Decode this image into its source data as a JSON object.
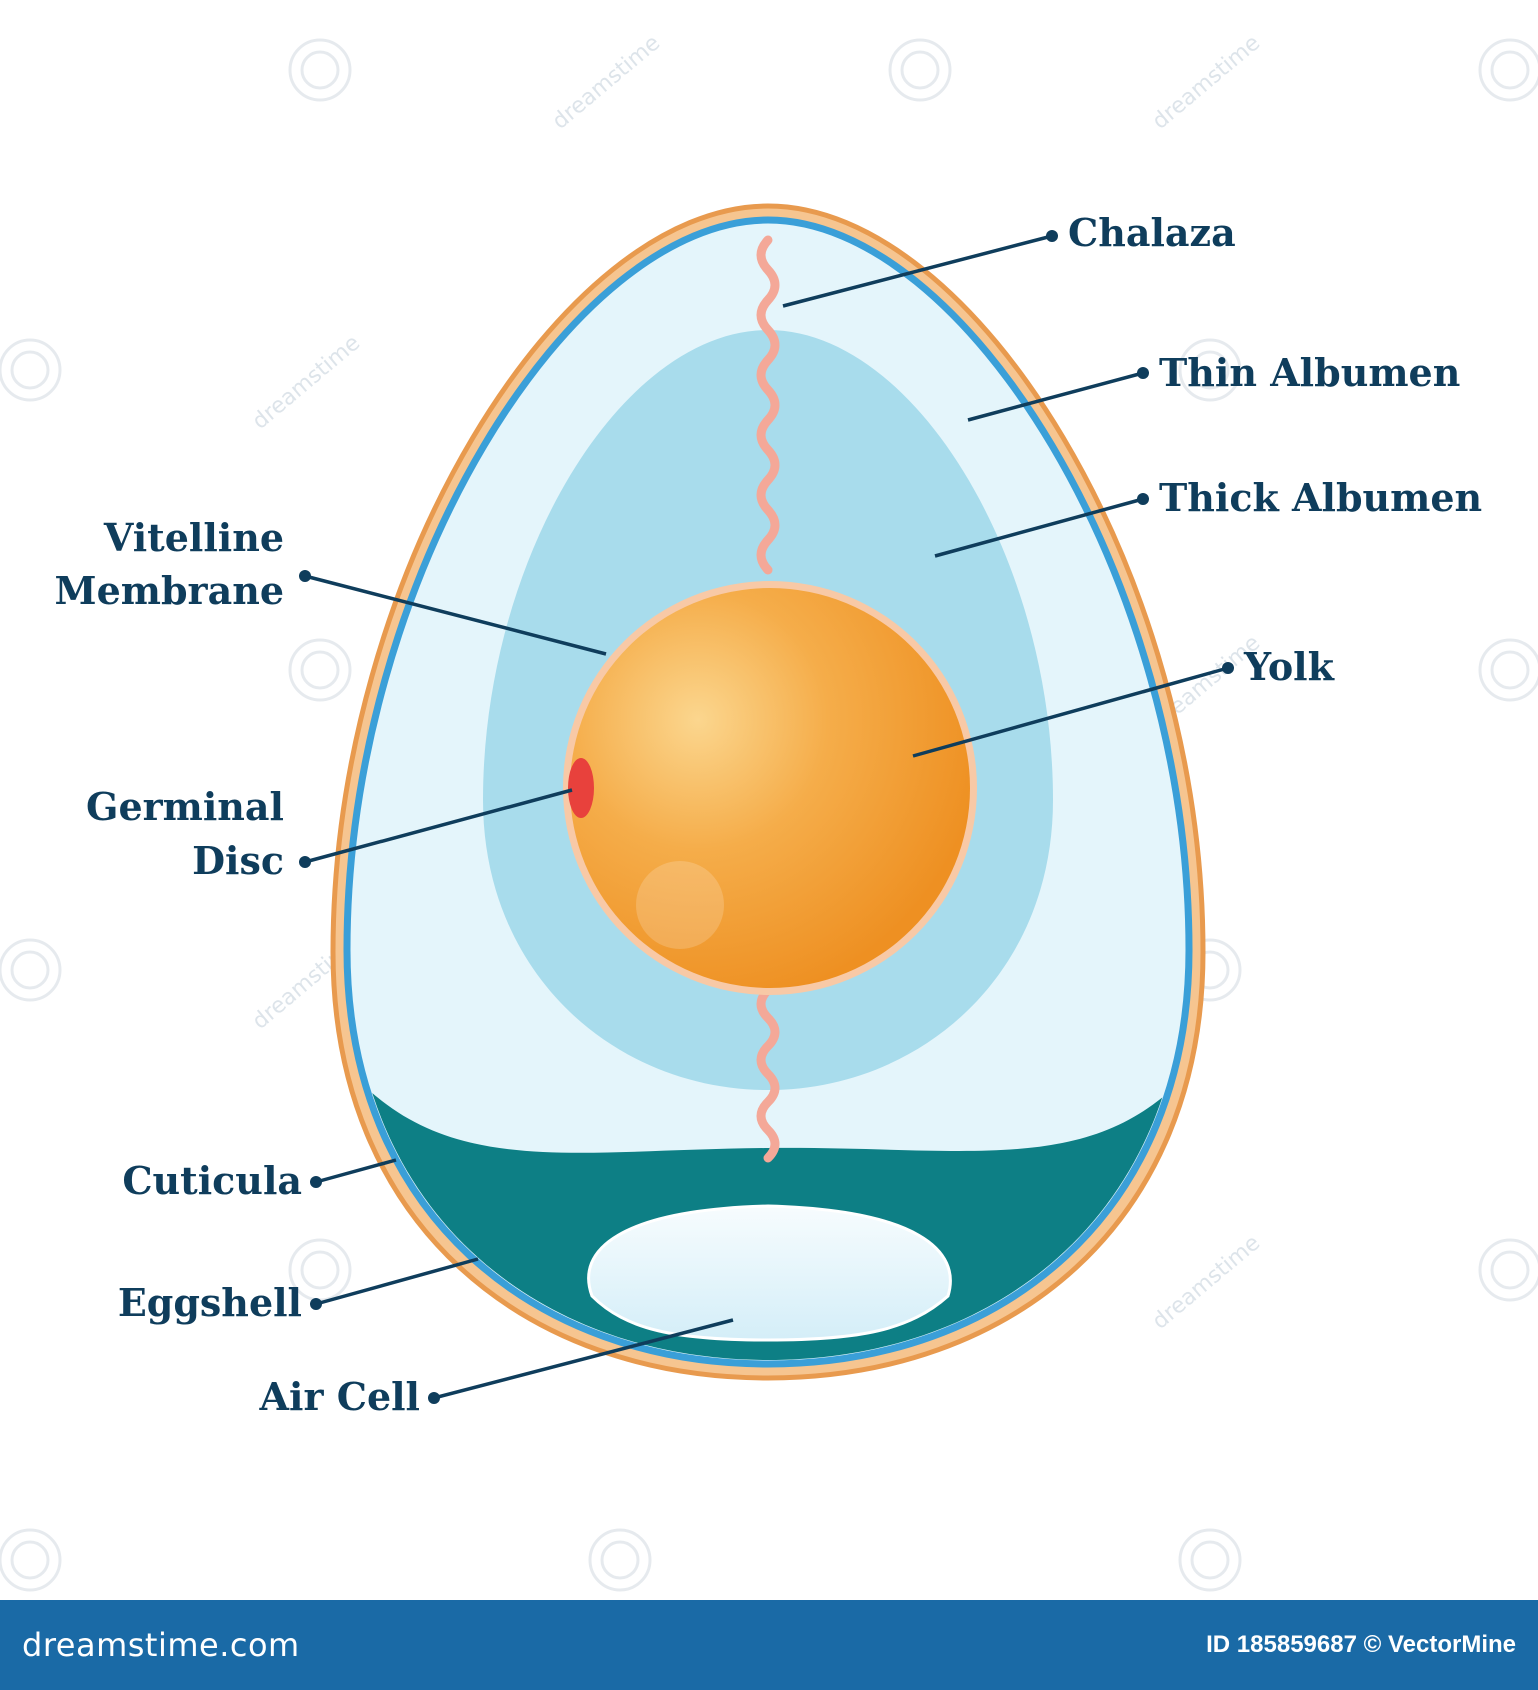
{
  "labels": {
    "chalaza": "Chalaza",
    "thin_albumen": "Thin Albumen",
    "thick_albumen": "Thick Albumen",
    "vitelline_line1": "Vitelline",
    "vitelline_line2": "Membrane",
    "yolk": "Yolk",
    "germinal_line1": "Germinal",
    "germinal_line2": "Disc",
    "cuticula": "Cuticula",
    "eggshell": "Eggshell",
    "air_cell": "Air Cell"
  },
  "watermark": "dreamstime",
  "footer": {
    "brand": "dreamstime.com",
    "credit": "ID 185859687 © VectorMine"
  },
  "colors": {
    "shell": "#f2a35c",
    "membrane_blue": "#3a9fd8",
    "thin_albumen": "#e4f5fb",
    "thick_albumen": "#a8dcec",
    "yolk": "#f29a2e",
    "chalaza": "#f4a898",
    "germinal_disc": "#e8413c",
    "air_cell_liquid": "#0d7f85",
    "air_cell": "#eaf7fd",
    "label_text": "#0f3d5c",
    "footer_bg": "#1a6aa6"
  }
}
